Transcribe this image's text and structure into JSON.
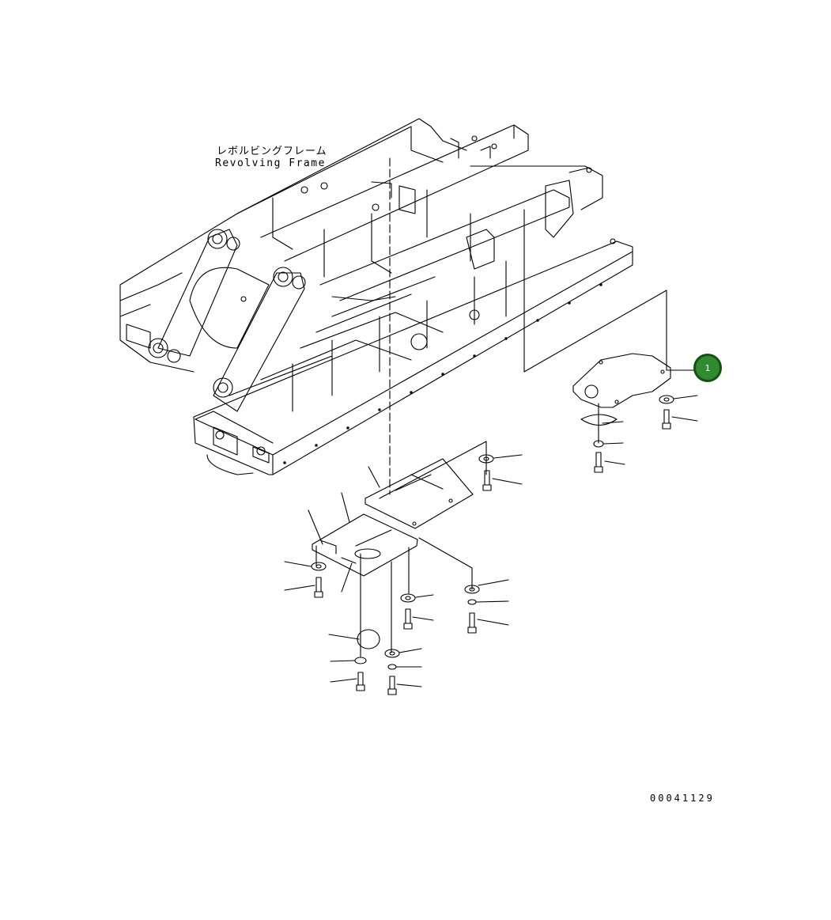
{
  "frame_label": {
    "japanese": "レボルビングフレーム",
    "english": "Revolving Frame"
  },
  "callouts": [
    {
      "number": "1",
      "color": "#2e8b2e"
    }
  ],
  "drawing_number": "00041129"
}
